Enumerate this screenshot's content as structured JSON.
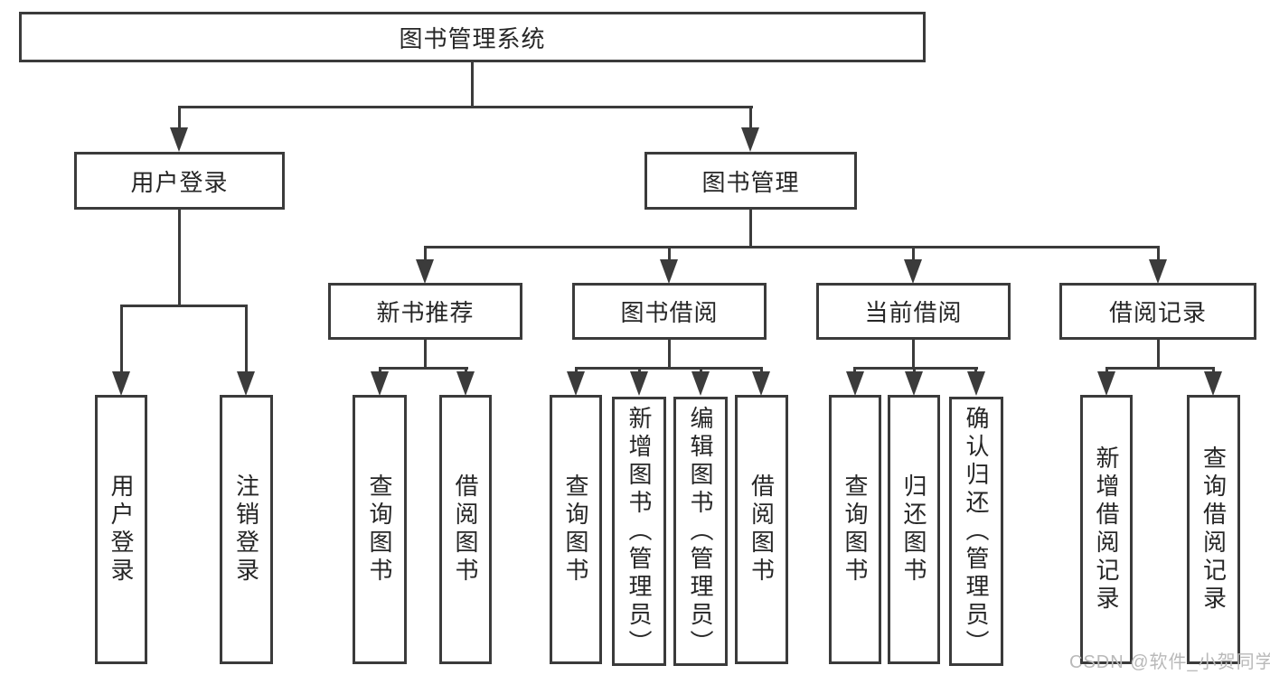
{
  "diagram": {
    "type": "hierarchy-tree",
    "title": "图书管理系统",
    "nodes": {
      "root": "图书管理系统",
      "user_login": "用户登录",
      "book_management": "图书管理",
      "new_book_recommend": "新书推荐",
      "book_borrowing": "图书借阅",
      "current_borrowing": "当前借阅",
      "borrowing_records": "借阅记录"
    },
    "leaves": [
      "用户登录",
      "注销登录",
      "查询图书",
      "借阅图书",
      "查询图书",
      "新增图书（管理员）",
      "编辑图书（管理员）",
      "借阅图书",
      "查询图书",
      "归还图书",
      "确认归还（管理员）",
      "新增借阅记录",
      "查询借阅记录"
    ],
    "structure": {
      "图书管理系统": [
        "用户登录",
        "图书管理"
      ],
      "用户登录": [
        "用户登录",
        "注销登录"
      ],
      "图书管理": [
        "新书推荐",
        "图书借阅",
        "当前借阅",
        "借阅记录"
      ],
      "新书推荐": [
        "查询图书",
        "借阅图书"
      ],
      "图书借阅": [
        "查询图书",
        "新增图书（管理员）",
        "编辑图书（管理员）",
        "借阅图书"
      ],
      "当前借阅": [
        "查询图书",
        "归还图书",
        "确认归还（管理员）"
      ],
      "借阅记录": [
        "新增借阅记录",
        "查询借阅记录"
      ]
    }
  },
  "watermark": "CSDN @软件_小贺同学",
  "colors": {
    "line": "#3b3b3b",
    "text": "#262626",
    "box_fill": "#ffffff",
    "background": "#ffffff",
    "watermark": "#b9b9b9"
  }
}
